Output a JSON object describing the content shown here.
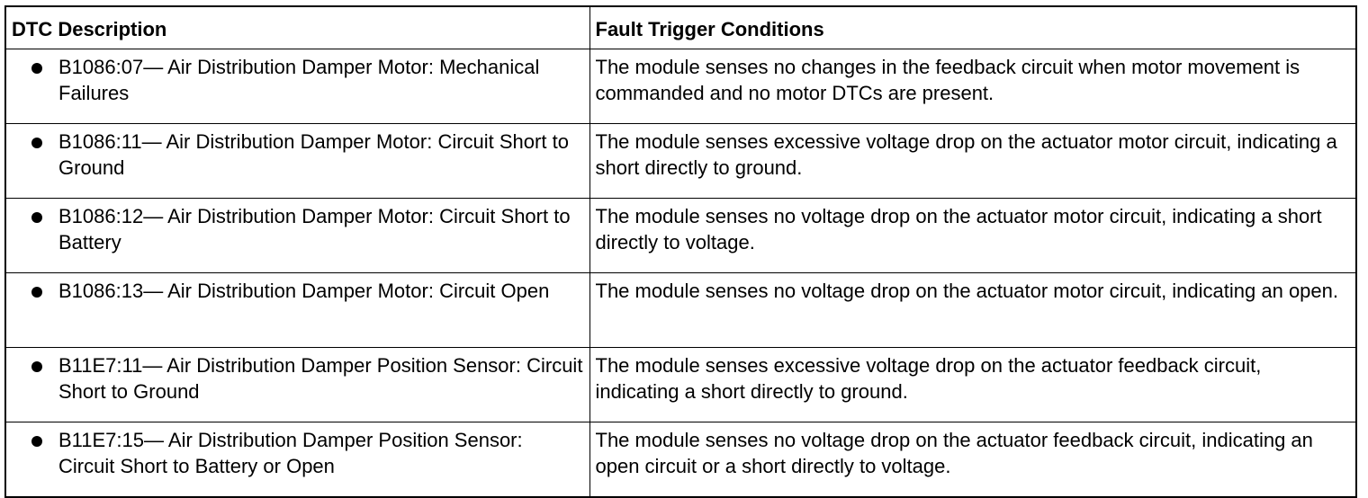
{
  "table": {
    "headers": [
      "DTC Description",
      "Fault Trigger Conditions"
    ],
    "rows": [
      {
        "description": "B1086:07— Air Distribution Damper Motor: Mechanical Failures",
        "condition": "The module senses no changes in the feedback circuit when motor movement is commanded and no motor DTCs are present."
      },
      {
        "description": "B1086:11— Air Distribution Damper Motor: Circuit Short to Ground",
        "condition": "The module senses excessive voltage drop on the actuator motor circuit, indicating a short directly to ground."
      },
      {
        "description": "B1086:12— Air Distribution Damper Motor: Circuit Short to Battery",
        "condition": "The module senses no voltage drop on the actuator motor circuit, indicating a short directly to voltage."
      },
      {
        "description": "B1086:13— Air Distribution Damper Motor: Circuit Open",
        "condition": "The module senses no voltage drop on the actuator motor circuit, indicating an open."
      },
      {
        "description": "B11E7:11— Air Distribution Damper Position Sensor: Circuit Short to Ground",
        "condition": "The module senses excessive voltage drop on the actuator feedback circuit, indicating a short directly to ground."
      },
      {
        "description": "B11E7:15— Air Distribution Damper Position Sensor: Circuit Short to Battery or Open",
        "condition": "The module senses no voltage drop on the actuator feedback circuit, indicating an open circuit or a short directly to voltage."
      }
    ]
  }
}
